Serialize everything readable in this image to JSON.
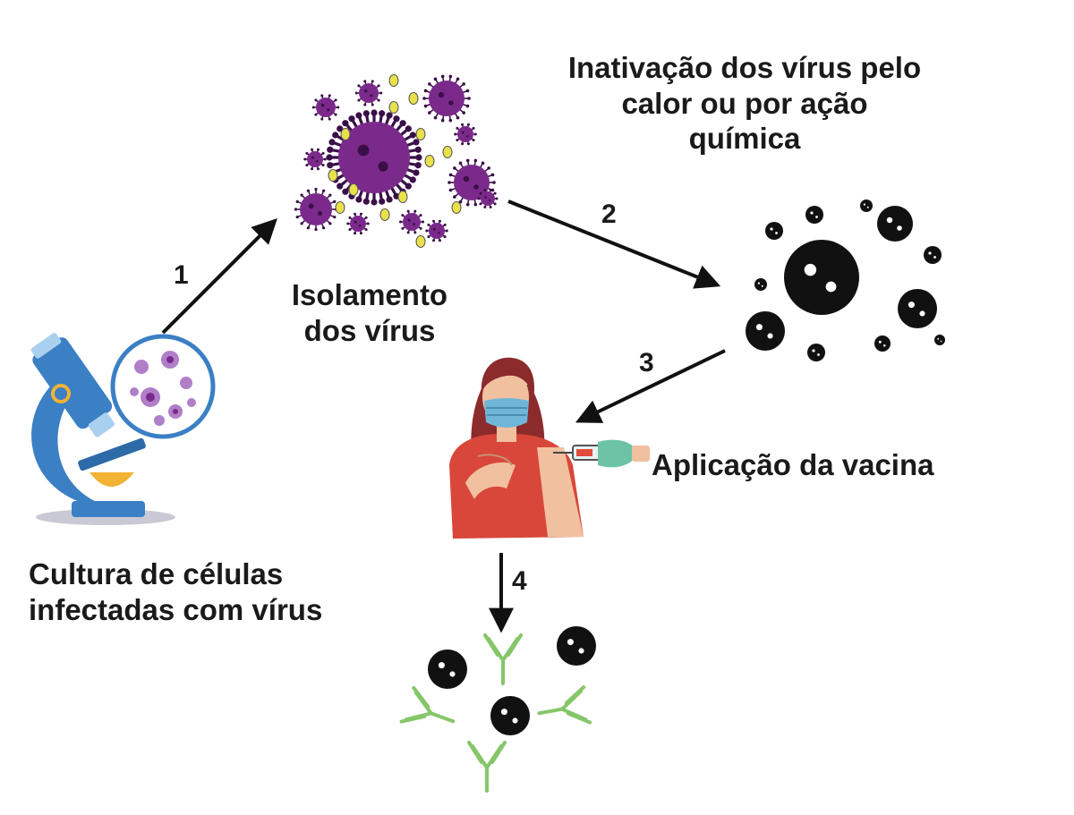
{
  "labels": {
    "isolation": [
      "Isolamento",
      "dos vírus"
    ],
    "inactivation": [
      "Inativação dos vírus pelo",
      "calor ou por ação",
      "química"
    ],
    "vaccine": "Aplicação da vacina",
    "culture": [
      "Cultura de células",
      "infectadas com vírus"
    ]
  },
  "steps": [
    "1",
    "2",
    "3",
    "4"
  ],
  "icons": {
    "microscope": "microscope-icon",
    "live_virus_cluster": "virus-cluster-icon",
    "inactivated_virus_cluster": "inactivated-virus-cluster-icon",
    "person": "vaccinated-woman-icon",
    "syringe": "syringe-icon",
    "antibodies": "antibody-icon"
  },
  "colors": {
    "live_virus": "#7b2a8c",
    "live_virus_dark": "#3a0f47",
    "inactivated_virus": "#111111",
    "antibody": "#86c66a",
    "microscope": "#3b7fc4",
    "shirt": "#d9473a",
    "mask": "#6fb6d9",
    "arrow": "#111111"
  }
}
